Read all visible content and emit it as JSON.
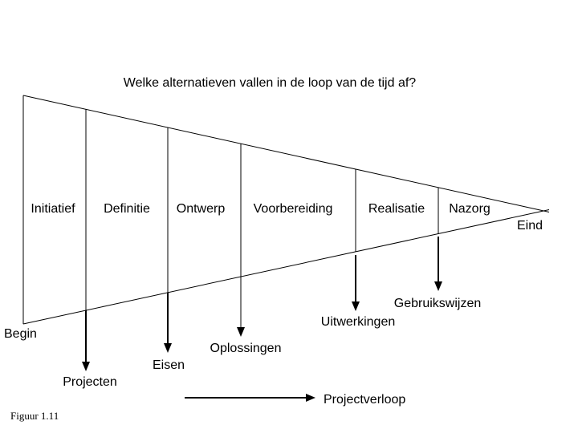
{
  "diagram": {
    "title": "Welke alternatieven vallen in de loop van de tijd af?",
    "phases": [
      "Initiatief",
      "Definitie",
      "Ontwerp",
      "Voorbereiding",
      "Realisatie",
      "Nazorg"
    ],
    "begin_label": "Begin",
    "end_label": "Eind",
    "outputs": [
      "Projecten",
      "Eisen",
      "Oplossingen",
      "Uitwerkingen",
      "Gebruikswijzen"
    ],
    "timeline_label": "Projectverloop",
    "caption": "Figuur 1.11",
    "colors": {
      "line": "#000000",
      "background": "#ffffff",
      "text": "#000000"
    }
  }
}
